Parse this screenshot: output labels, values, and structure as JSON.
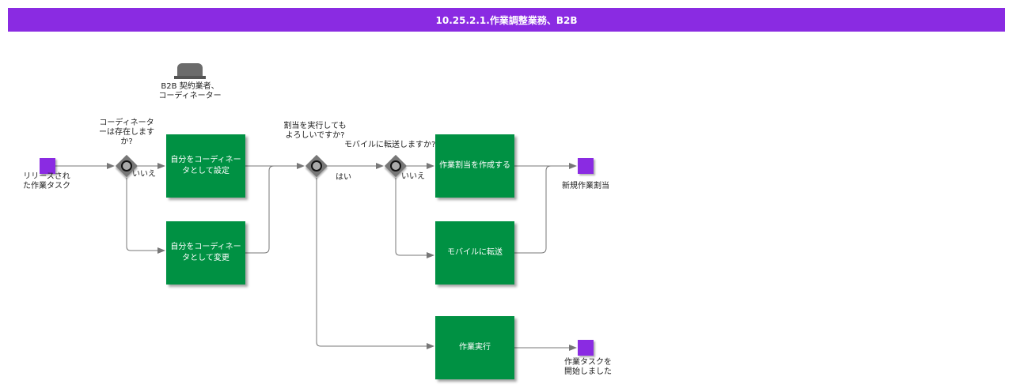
{
  "header": {
    "title": "10.25.2.1.作業調整業務、B2B"
  },
  "actor": {
    "label": "B2B 契約業者、コーディネーター"
  },
  "events": {
    "start": "リリースされた作業タスク",
    "end_new": "新規作業割当",
    "end_task": "作業タスクを 開始しました"
  },
  "gateways": {
    "coordinator_exists": "コーディネーターは存在しますか?",
    "ok_to_execute": "割当を実行してもよろしいですか?",
    "mobile_transfer": "モバイルに転送しますか?"
  },
  "tasks": {
    "set_coordinator": "自分をコーディネータとして設定",
    "change_coordinator": "自分をコーディネータとして変更",
    "create_assignment": "作業割当を作成する",
    "transfer_mobile": "モバイルに転送",
    "execute_work": "作業実行"
  },
  "flows": {
    "no1": "いいえ",
    "yes": "はい",
    "no2": "いいえ"
  }
}
